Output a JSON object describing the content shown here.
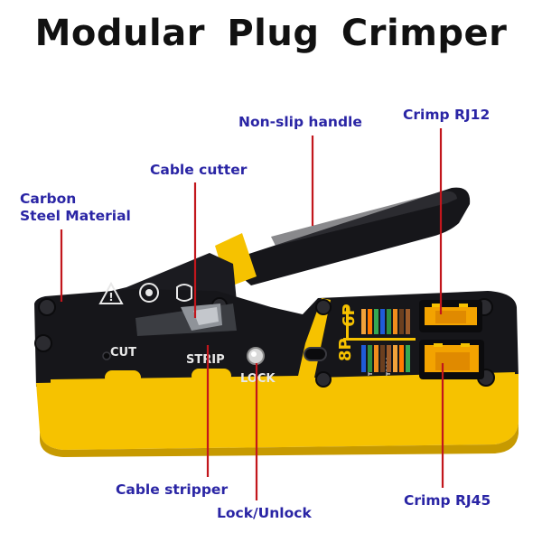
{
  "title": "Modular  Plug  Crimper",
  "colors": {
    "label": "#2a25a5",
    "leader": "#c2161c",
    "yellow": "#f6c200",
    "body_black": "#16161a",
    "title": "#111111"
  },
  "callouts": {
    "non_slip_handle": "Non-slip handle",
    "crimp_rj12": "Crimp RJ12",
    "cable_cutter": "Cable cutter",
    "carbon_steel_line1": "Carbon",
    "carbon_steel_line2": "Steel Material",
    "cable_stripper": "Cable stripper",
    "lock_unlock": "Lock/Unlock",
    "crimp_rj45": "Crimp RJ45"
  },
  "tool_markings": {
    "cut": "CUT",
    "strip": "STRIP",
    "lock": "LOCK",
    "eight_p": "8P",
    "six_p": "6P",
    "t568b": "T568B",
    "t568a": "T568A"
  }
}
